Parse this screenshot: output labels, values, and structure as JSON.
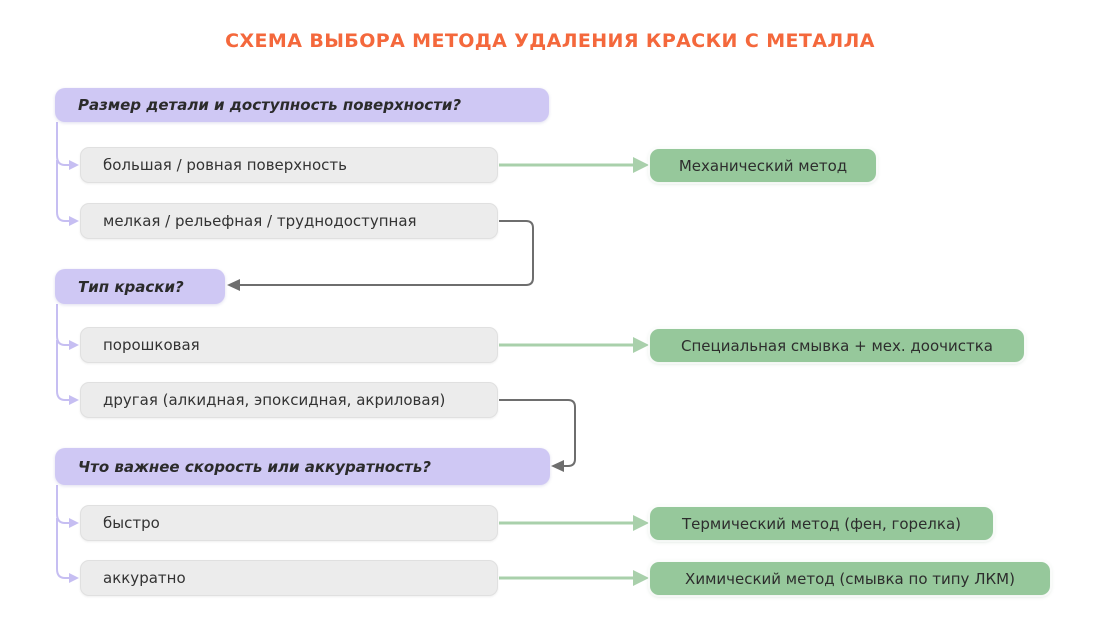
{
  "title": "СХЕМА ВЫБОРА МЕТОДА УДАЛЕНИЯ КРАСКИ С МЕТАЛЛА",
  "colors": {
    "title_text": "#f4683c",
    "question_fill": "#cfc8f4",
    "option_fill": "#ececec",
    "result_fill": "#96c89b",
    "green_arrow": "#a9d0ab",
    "gray_connector": "#6e6e6e",
    "purple_connector": "#c6bef2",
    "body_text": "#333333",
    "background": "#ffffff"
  },
  "diagram": {
    "sections": [
      {
        "question": "Размер детали и доступность поверхности?",
        "options": [
          {
            "label": "большая / ровная поверхность",
            "result": "Механический метод"
          },
          {
            "label": "мелкая / рельефная / труднодоступная",
            "goes_to": "Тип краски?"
          }
        ]
      },
      {
        "question": "Тип краски?",
        "options": [
          {
            "label": "порошковая",
            "result": "Специальная смывка + мех. доочистка"
          },
          {
            "label": "другая (алкидная, эпоксидная, акриловая)",
            "goes_to": "Что важнее скорость или аккуратность?"
          }
        ]
      },
      {
        "question": "Что важнее скорость или аккуратность?",
        "options": [
          {
            "label": "быстро",
            "result": "Термический метод (фен, горелка)"
          },
          {
            "label": "аккуратно",
            "result": "Химический метод (смывка по типу ЛКМ)"
          }
        ]
      }
    ]
  }
}
